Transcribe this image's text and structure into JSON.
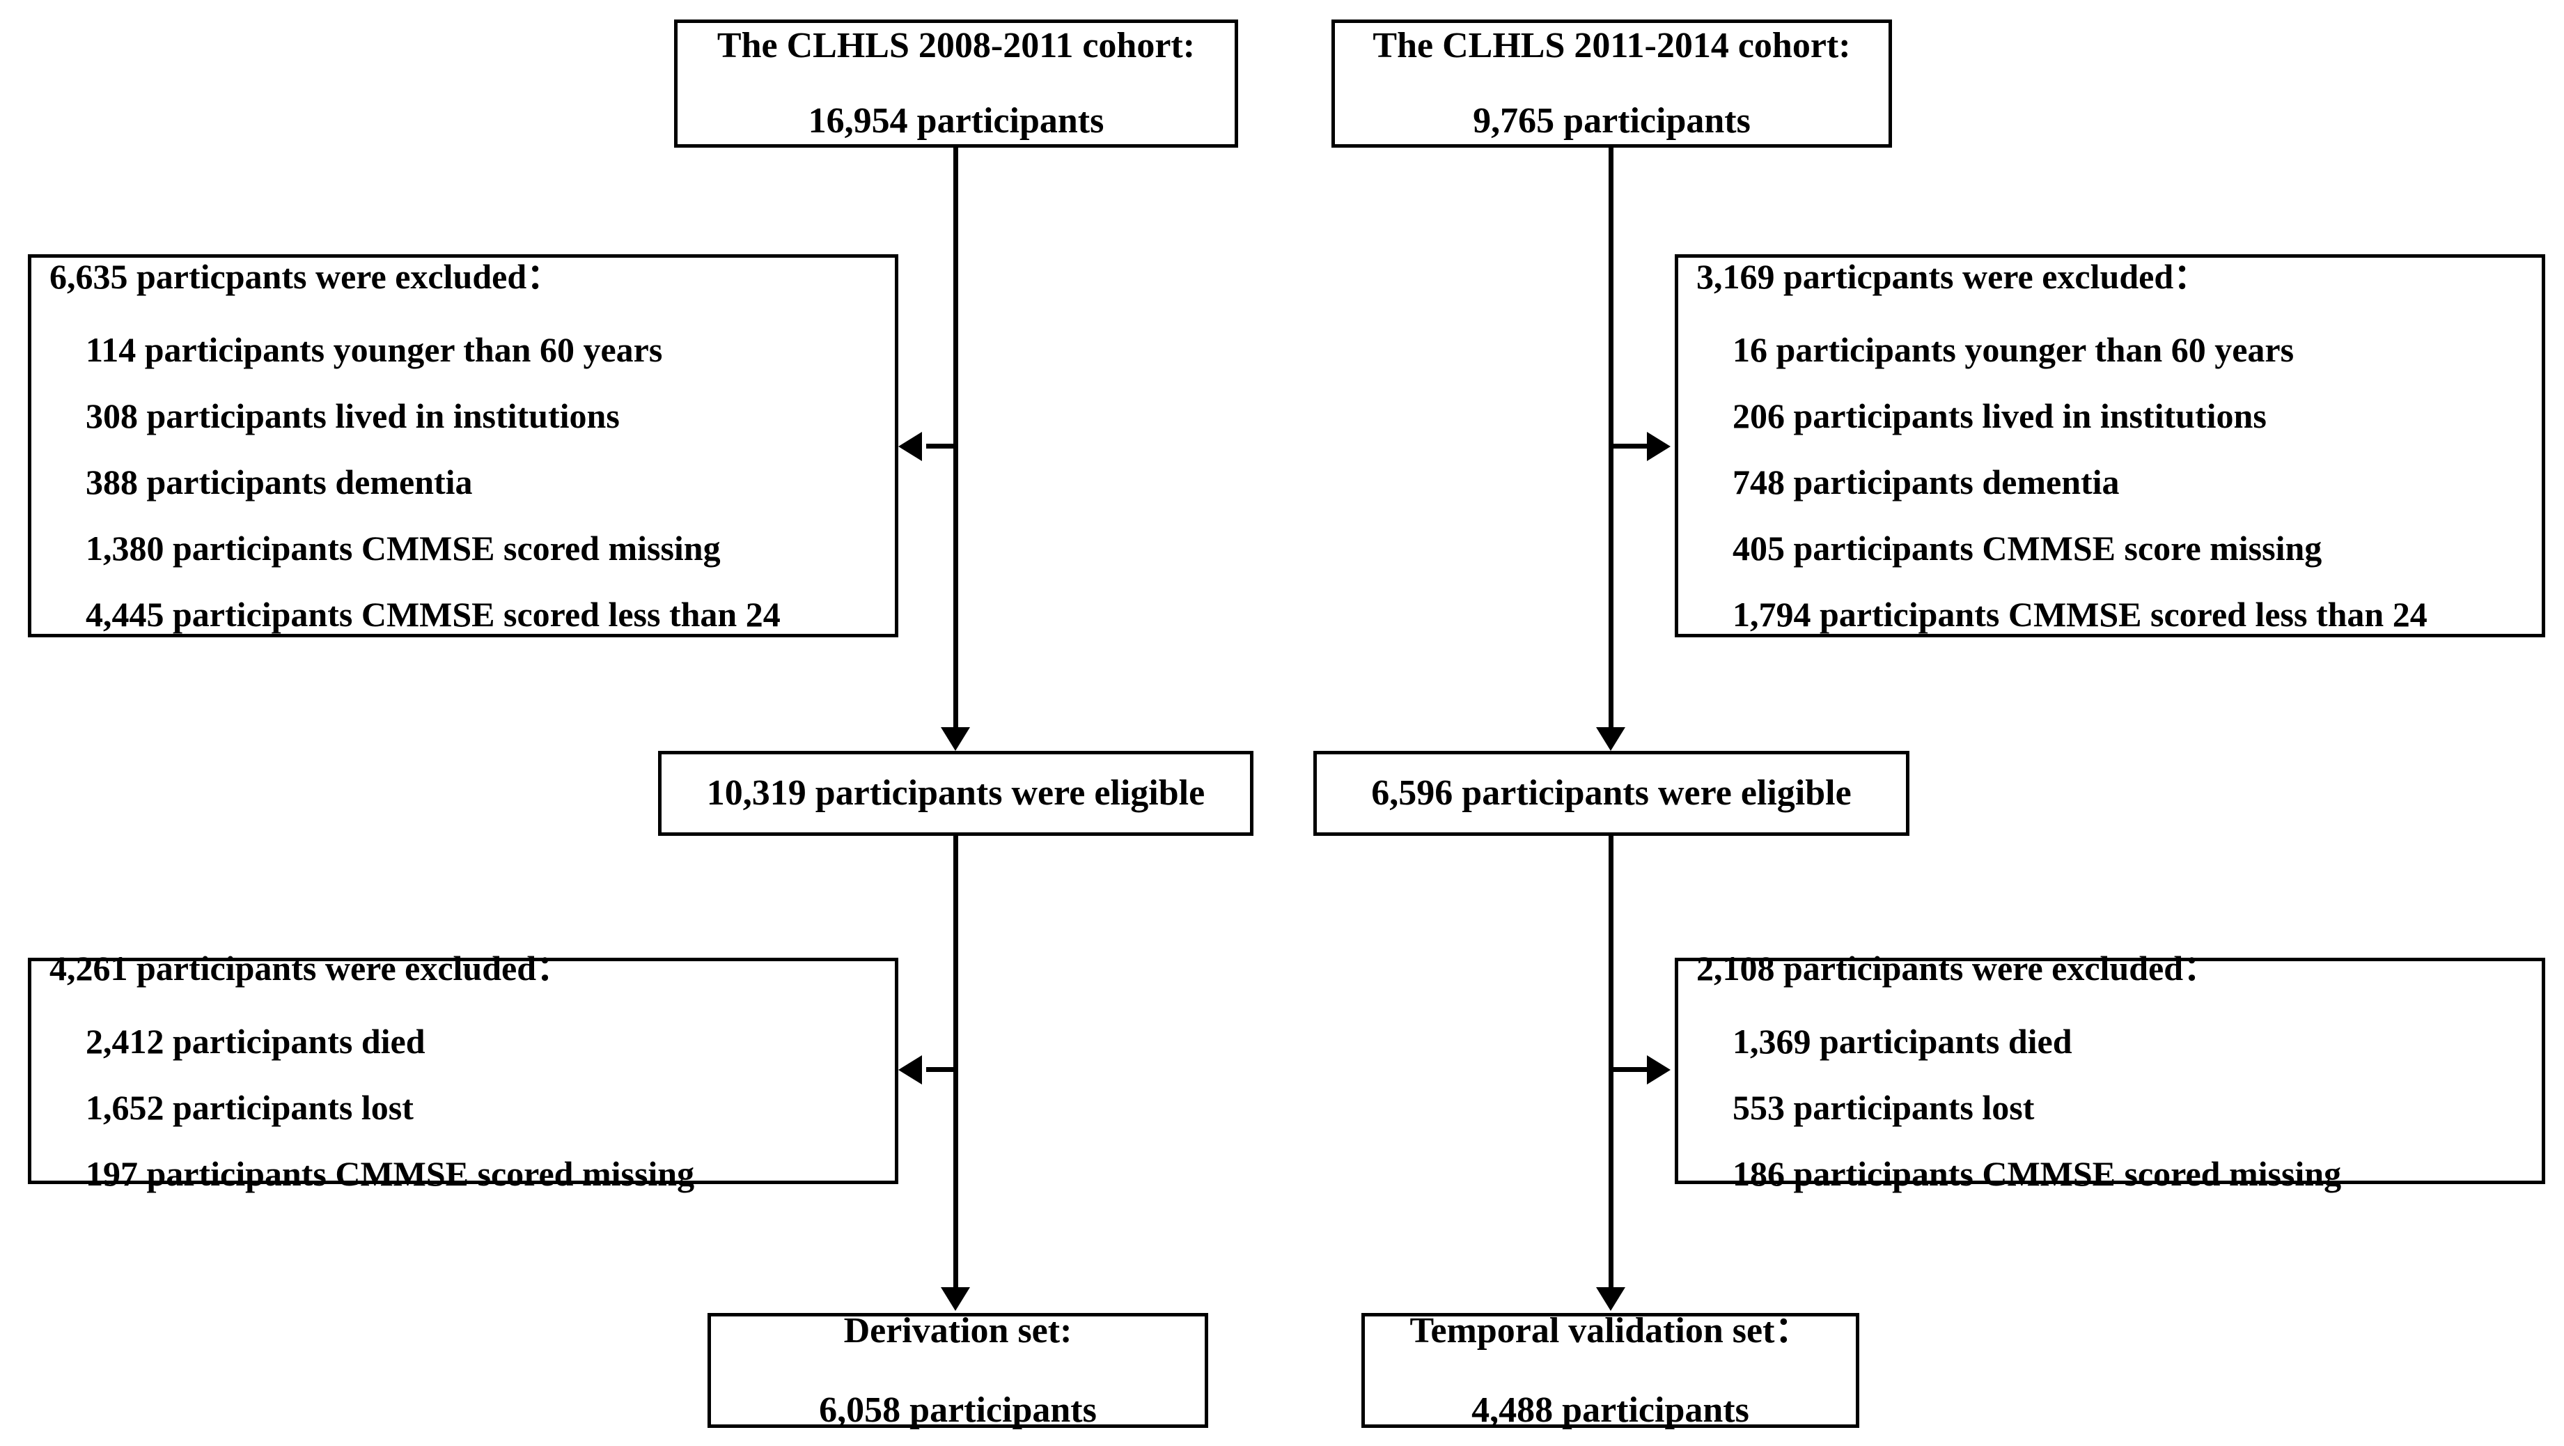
{
  "diagram": {
    "title": "CLHLS cohort participant flow diagram",
    "line_color": "#000000",
    "box_border_color": "#000000",
    "background_color": "#ffffff"
  },
  "left_column": {
    "cohort": {
      "title": "The CLHLS 2008-2011 cohort:",
      "count": "16,954 participants"
    },
    "exclusion_1": {
      "heading": "6,635 particpants were excluded：",
      "items": [
        "114 participants younger than 60 years",
        "308 participants lived in institutions",
        "388 participants dementia",
        "1,380 participants CMMSE scored missing",
        "4,445 participants CMMSE scored less than 24"
      ]
    },
    "eligible": {
      "text": "10,319 participants were eligible"
    },
    "exclusion_2": {
      "heading": "4,261 participants were excluded：",
      "items": [
        "2,412 participants died",
        "1,652 participants lost",
        "197 participants CMMSE scored missing"
      ]
    },
    "result": {
      "title": "Derivation set:",
      "count": "6,058 participants"
    }
  },
  "right_column": {
    "cohort": {
      "title": "The CLHLS 2011-2014 cohort:",
      "count": "9,765 participants"
    },
    "exclusion_1": {
      "heading": "3,169 particpants were excluded：",
      "items": [
        "16 participants younger than 60 years",
        "206 participants lived in institutions",
        "748 participants dementia",
        "405 participants CMMSE score missing",
        "1,794 participants CMMSE scored less than 24"
      ]
    },
    "eligible": {
      "text": "6,596 participants were eligible"
    },
    "exclusion_2": {
      "heading": "2,108 participants were excluded：",
      "items": [
        "1,369 participants died",
        "553 participants lost",
        "186 participants CMMSE scored missing"
      ]
    },
    "result": {
      "title": "Temporal validation set：",
      "count": "4,488 participants"
    }
  }
}
